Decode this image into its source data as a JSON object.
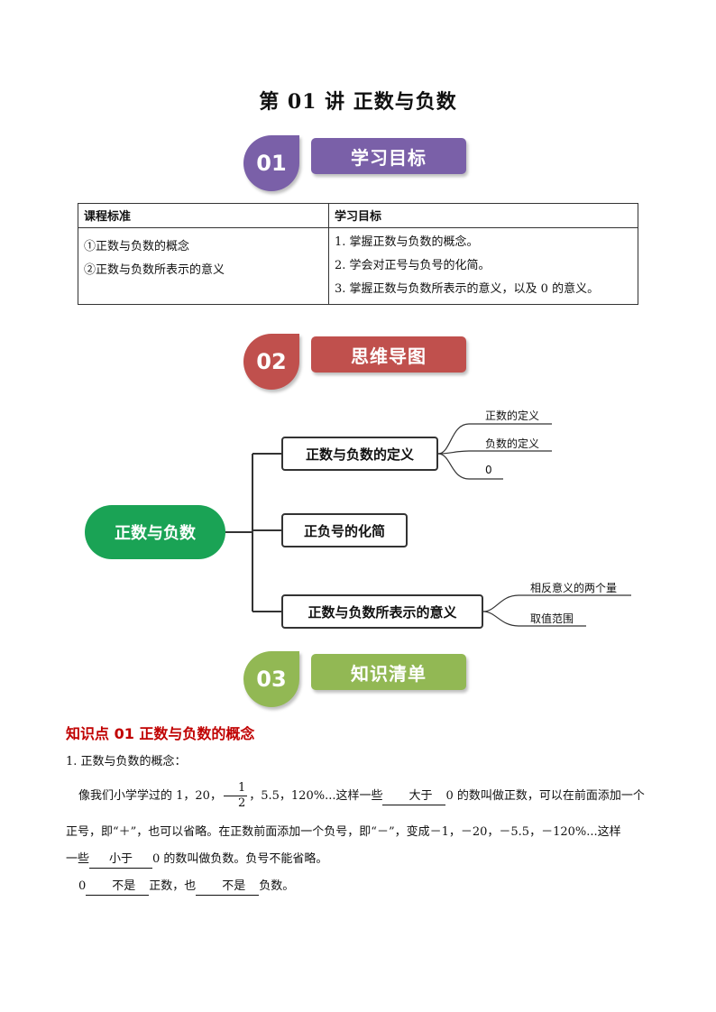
{
  "title": "第 01 讲  正数与负数",
  "sections": [
    {
      "num": "01",
      "label": "学习目标",
      "disc_color": "#7a60a8",
      "bar_color": "#7a60a8"
    },
    {
      "num": "02",
      "label": "思维导图",
      "disc_color": "#c0504d",
      "bar_color": "#c0504d"
    },
    {
      "num": "03",
      "label": "知识清单",
      "disc_color": "#92b854",
      "bar_color": "#92b854"
    }
  ],
  "table": {
    "headers": [
      "课程标准",
      "学习目标"
    ],
    "standards": [
      "①正数与负数的概念",
      "②正数与负数所表示的意义"
    ],
    "goals": [
      "1. 掌握正数与负数的概念。",
      "2. 学会对正号与负号的化简。",
      "3. 掌握正数与负数所表示的意义，以及 0 的意义。"
    ]
  },
  "mindmap": {
    "root": "正数与负数",
    "branches": [
      {
        "label": "正数与负数的定义",
        "leaves": [
          "正数的定义",
          "负数的定义",
          "0"
        ]
      },
      {
        "label": "正负号的化简",
        "leaves": []
      },
      {
        "label": "正数与负数所表示的意义",
        "leaves": [
          "相反意义的两个量",
          "取值范围"
        ]
      }
    ]
  },
  "knowledge": {
    "heading": "知识点 01    正数与负数的概念",
    "item1": "1. 正数与负数的概念：",
    "p1_a": "像我们小学学过的 1，20，",
    "frac_num": "1",
    "frac_den": "2",
    "p1_b": "，5.5，120%...这样一些",
    "blank1": "大于",
    "p1_c": "0 的数叫做正数，可以在前面添加一个",
    "p2": "正号，即“＋”，也可以省略。在正数前面添加一个负号，即“－”，变成－1，－20，－5.5，－120%...这样",
    "p3_a": "一些",
    "blank2": "小于",
    "p3_b": "0 的数叫做负数。负号不能省略。",
    "p4_a": "0",
    "blank3": "不是",
    "p4_b": "正数，也",
    "blank4": "不是",
    "p4_c": "负数。"
  }
}
